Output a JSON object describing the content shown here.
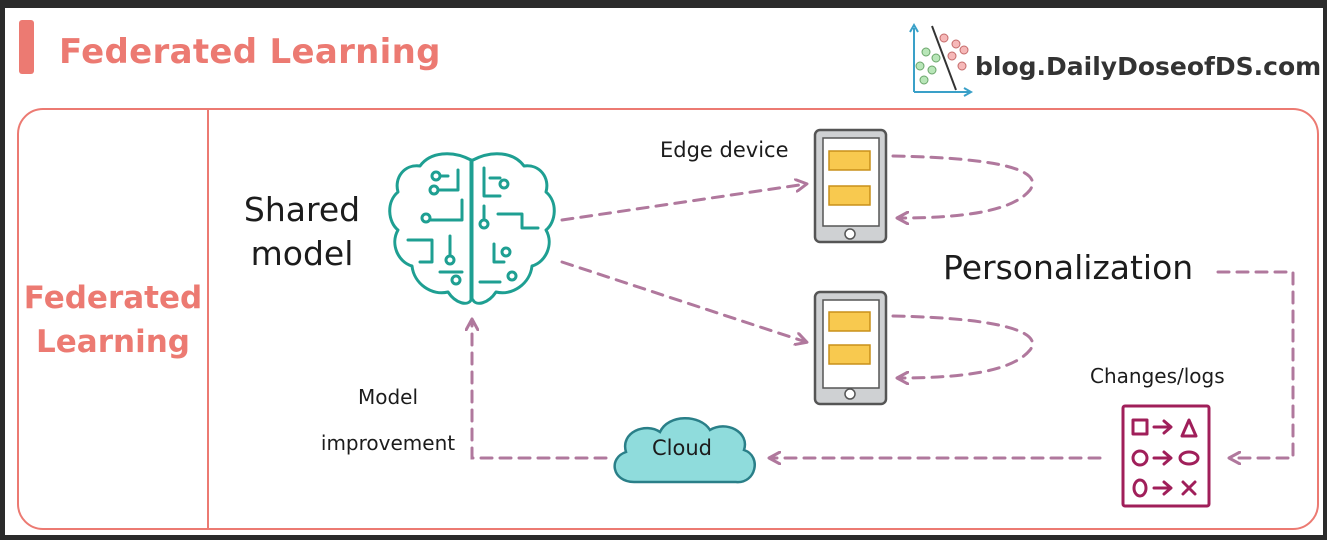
{
  "header": {
    "title": "Federated Learning",
    "logo_text": "blog.DailyDoseofDS.com"
  },
  "diagram": {
    "side_label_line1": "Federated",
    "side_label_line2": "Learning",
    "shared_model_line1": "Shared",
    "shared_model_line2": "model",
    "edge_device_label": "Edge device",
    "personalization_label": "Personalization",
    "changes_logs_label": "Changes/logs",
    "model_improvement_line1": "Model",
    "model_improvement_line2": "improvement",
    "cloud_label": "Cloud"
  },
  "colors": {
    "accent": "#ec7a72",
    "arrow": "#b0789d",
    "brain": "#1e9f92",
    "cloud_fill": "#8fdcdc",
    "cloud_stroke": "#2a7f88",
    "logs_icon": "#a01f5a",
    "screen_card": "#f8c94f"
  },
  "icons": {
    "brain": "brain-circuit-icon",
    "device": "tablet-device-icon",
    "cloud": "cloud-icon",
    "logs": "changes-logs-icon",
    "logo": "scatter-plot-logo-icon"
  }
}
